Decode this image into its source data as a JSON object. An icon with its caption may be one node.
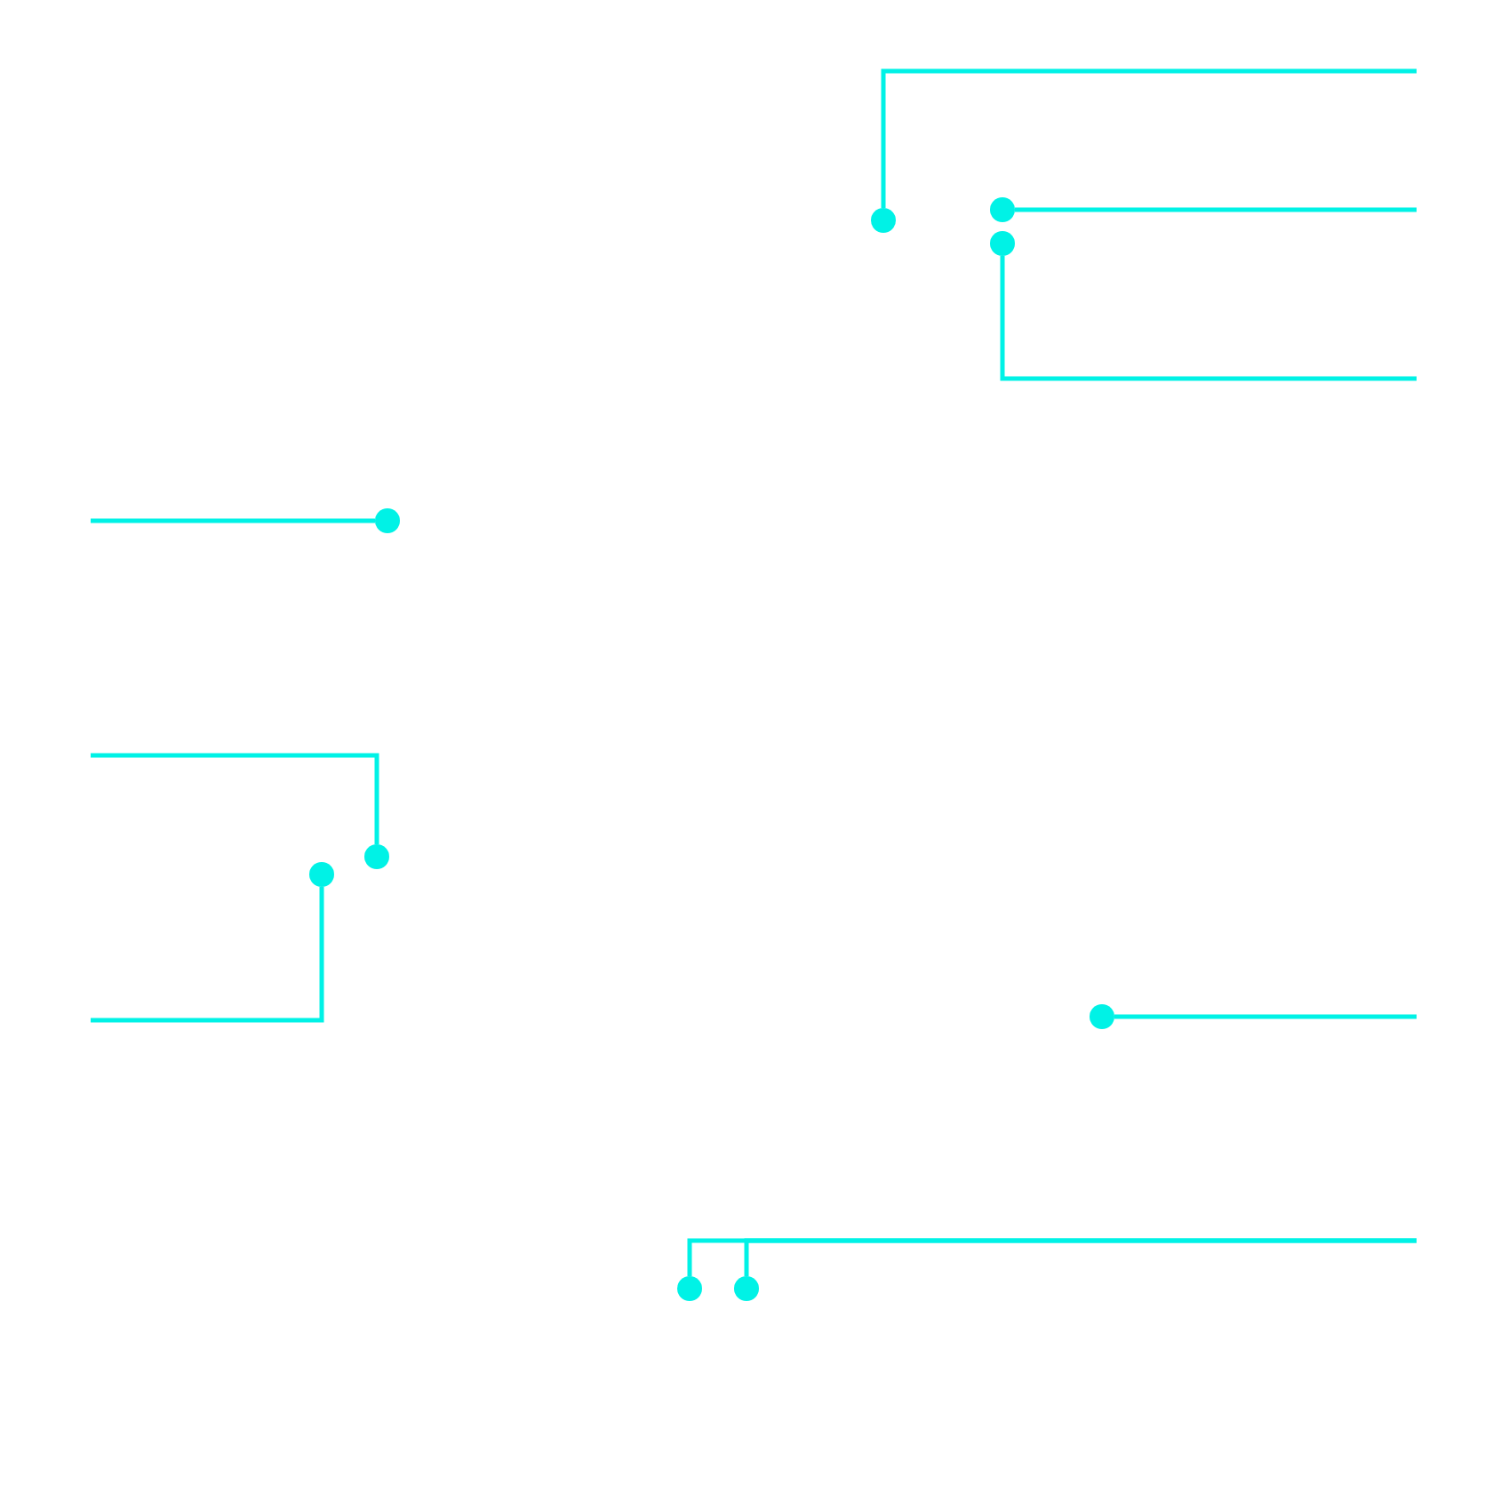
{
  "diagram": {
    "nodes": [
      {
        "text": [],
        "shape": "circle"
      },
      {
        "text": [],
        "shape": "circle"
      },
      {
        "text": [],
        "shape": "circle"
      },
      {
        "text": [],
        "shape": "circle"
      },
      {
        "text": [],
        "shape": "circle"
      },
      {
        "text": [],
        "shape": "circle"
      },
      {
        "text": [],
        "shape": "circle"
      },
      {
        "text": [],
        "shape": "circle"
      },
      {
        "text": [],
        "shape": "circle"
      }
    ],
    "edges": [
      {
        "from": null,
        "to": 1,
        "arrow": "none"
      },
      {
        "from": null,
        "to": 0,
        "arrow": "none"
      },
      {
        "from": null,
        "to": 2,
        "arrow": "none"
      },
      {
        "from": null,
        "to": 3,
        "arrow": "none"
      },
      {
        "from": null,
        "to": 4,
        "arrow": "none"
      },
      {
        "from": null,
        "to": 5,
        "arrow": "none"
      },
      {
        "from": null,
        "to": 6,
        "arrow": "none"
      },
      {
        "from": null,
        "to": 7,
        "arrow": "none"
      },
      {
        "from": null,
        "to": 8,
        "arrow": "none"
      }
    ]
  }
}
